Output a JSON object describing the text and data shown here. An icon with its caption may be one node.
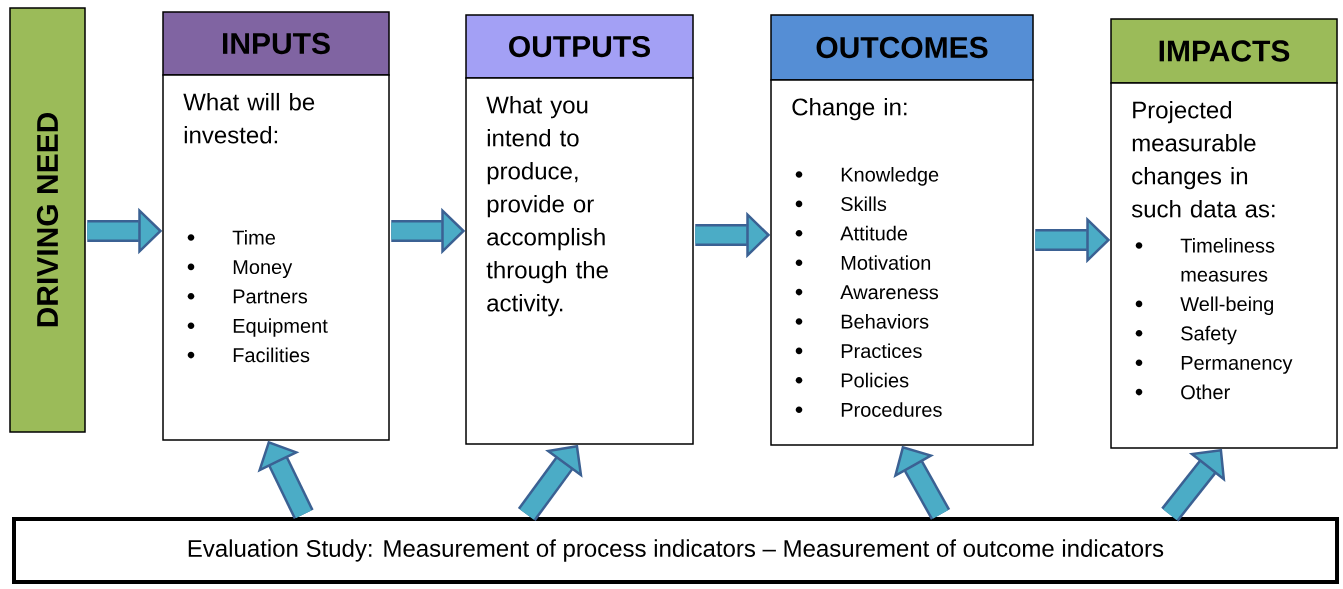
{
  "diagram": {
    "nodes": [
      {
        "text": [
          "DRIVING NEED"
        ]
      },
      {
        "text": [
          "INPUTS"
        ]
      },
      {
        "text": [
          "What will be invested:",
          "Time",
          "Money",
          "Partners",
          "Equipment",
          "Facilities"
        ]
      },
      {
        "text": [
          "OUTPUTS"
        ]
      },
      {
        "text": [
          "What you intend to produce, provide or accomplish through the activity."
        ]
      },
      {
        "text": [
          "OUTCOMES"
        ]
      },
      {
        "text": [
          "Change in:",
          "Knowledge",
          "Skills",
          "Attitude",
          "Motivation",
          "Awareness",
          "Behaviors",
          "Practices",
          "Policies",
          "Procedures"
        ]
      },
      {
        "text": [
          "IMPACTS"
        ]
      },
      {
        "text": [
          "Projected measurable changes in such data as:",
          "Timeliness measures",
          "Well-being",
          "Safety",
          "Permanency",
          "Other"
        ]
      },
      {
        "text": [
          "Evaluation Study:  Measurement of process indicators  –  Measurement of outcome indicators"
        ]
      }
    ],
    "edges": [
      {
        "from": 0,
        "to": 2,
        "arrow": "to"
      },
      {
        "from": 2,
        "to": 4,
        "arrow": "to"
      },
      {
        "from": 4,
        "to": 6,
        "arrow": "to"
      },
      {
        "from": 6,
        "to": 8,
        "arrow": "to"
      },
      {
        "from": 9,
        "to": 2,
        "arrow": "to"
      },
      {
        "from": 9,
        "to": 4,
        "arrow": "to"
      },
      {
        "from": 9,
        "to": 6,
        "arrow": "to"
      },
      {
        "from": 9,
        "to": 8,
        "arrow": "to"
      }
    ]
  }
}
